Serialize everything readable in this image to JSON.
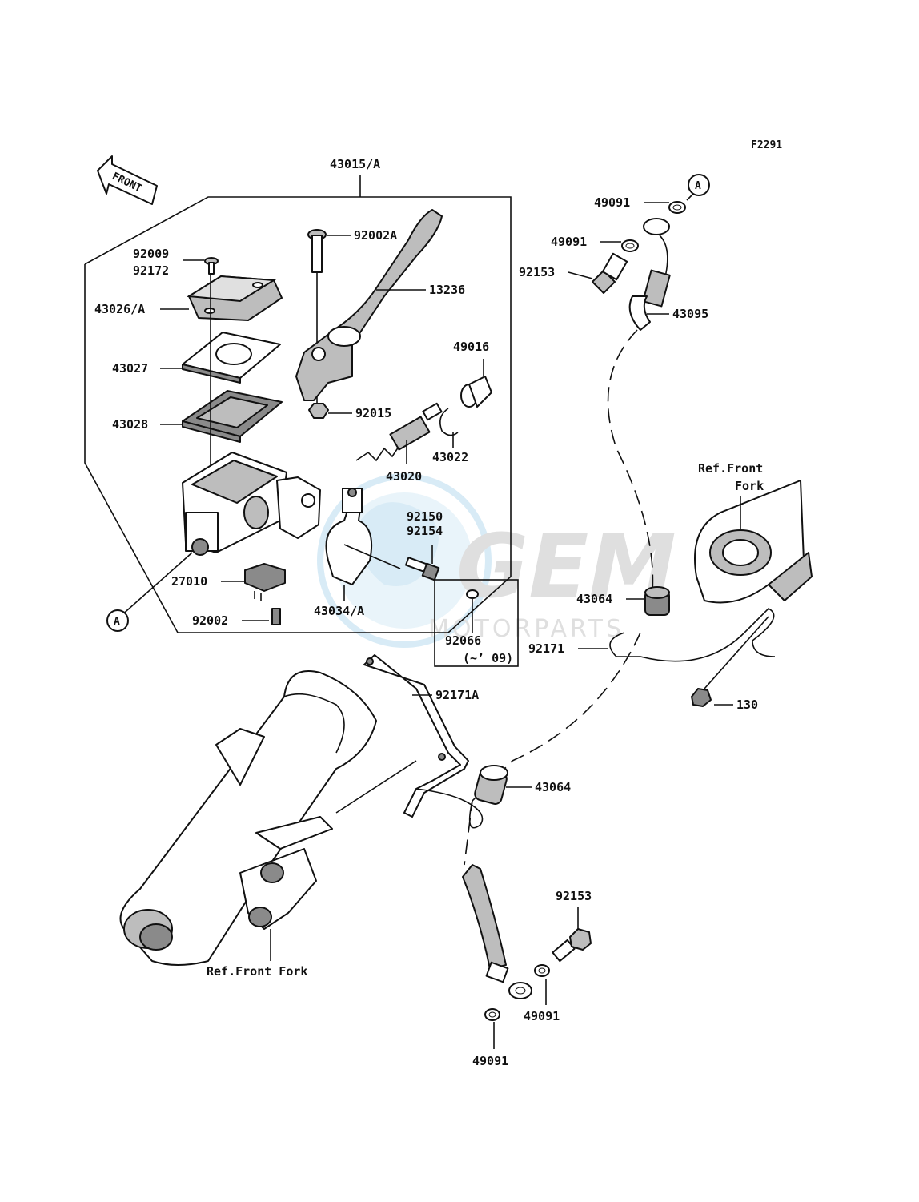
{
  "figure_code": "F2291",
  "front_arrow_label": "FRONT",
  "callouts": {
    "a_ref": "A",
    "p43015": "43015/A",
    "p92002a": "92002A",
    "p13236": "13236",
    "p92009": "92009",
    "p92172": "92172",
    "p43026": "43026/A",
    "p43027": "43027",
    "p43028": "43028",
    "p49016": "49016",
    "p92015": "92015",
    "p43022": "43022",
    "p43020": "43020",
    "p92150": "92150",
    "p92154": "92154",
    "p27010": "27010",
    "p92002": "92002",
    "p43034": "43034/A",
    "p92066": "92066",
    "p92066_note": "(~’ 09)",
    "p49091": "49091",
    "p92153": "92153",
    "p43095": "43095",
    "p43064": "43064",
    "p92171": "92171",
    "p92171a": "92171A",
    "p130": "130",
    "ref_front_fork": "Ref.Front Fork",
    "ref_front_fork_l1": "Ref.Front",
    "ref_front_fork_l2": "Fork"
  },
  "watermark": {
    "brand": "GEM",
    "sub": "MOTORPARTS"
  },
  "colors": {
    "line": "#111111",
    "watermark": "#b9dcef"
  }
}
